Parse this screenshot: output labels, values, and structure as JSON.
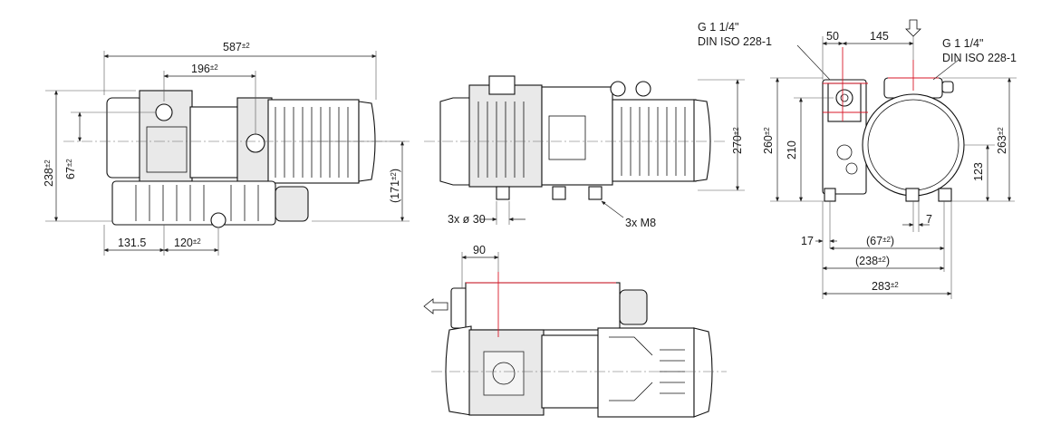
{
  "drawing": {
    "left_view": {
      "overall_length": {
        "value": "587",
        "tol": "±2"
      },
      "inlet_distance": {
        "value": "196",
        "tol": "±2"
      },
      "overall_height": {
        "value": "238",
        "tol": "±2"
      },
      "axis_height": {
        "value": "67",
        "tol": "±2"
      },
      "foot_offset": {
        "value": "131.5"
      },
      "foot_spacing": {
        "value": "120",
        "tol": "±2"
      },
      "right_height": {
        "value": "(171",
        "tol": "±2",
        "suffix": ")"
      }
    },
    "middle_view": {
      "height": {
        "value": "270",
        "tol": "±2"
      },
      "mount_holes": "3x ø 30",
      "mount_bolts": "3x M8"
    },
    "right_view": {
      "port_left_line1": "G 1 1/4\"",
      "port_left_line2": "DIN ISO 228-1",
      "port_right_line1": "G 1 1/4\"",
      "port_right_line2": "DIN ISO 228-1",
      "dim_50": "50",
      "dim_145": "145",
      "height_260": {
        "value": "260",
        "tol": "±2"
      },
      "height_210": "210",
      "height_123": "123",
      "height_263": {
        "value": "263",
        "tol": "±2"
      },
      "dim_17": "17",
      "dim_7": "7",
      "dim_67": {
        "value": "(67",
        "tol": "±2",
        "suffix": ")"
      },
      "dim_238": {
        "value": "(238",
        "tol": "±2",
        "suffix": ")"
      },
      "dim_283": {
        "value": "283",
        "tol": "±2"
      }
    },
    "bottom_view": {
      "dim_90": "90"
    }
  }
}
